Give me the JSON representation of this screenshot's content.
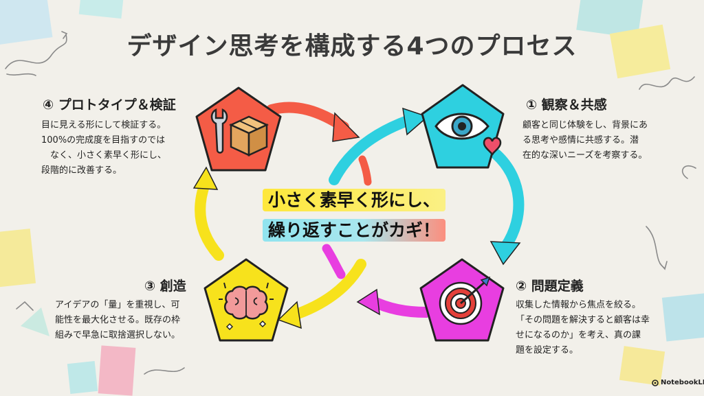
{
  "title": "デザイン思考を構成する4つのプロセス",
  "center": {
    "line1": "小さく素早く形にし、",
    "line2": "繰り返すことがカギ！"
  },
  "steps": [
    {
      "heading": "① 観察＆共感",
      "lines": [
        "顧客と同じ体験をし、背景にあ",
        "る思考や感情に共感する。潜",
        "在的な深いニーズを考察する。"
      ],
      "icon": "eye-heart-icon",
      "color": "#2ed0e0"
    },
    {
      "heading": "② 問題定義",
      "lines": [
        "収集した情報から焦点を絞る。",
        "「その問題を解決すると顧客は幸",
        "せになるのか」を考え、真の課",
        "題を設定する。"
      ],
      "icon": "target-icon",
      "color": "#e83ee0"
    },
    {
      "heading": "③ 創造",
      "lines": [
        "アイデアの「量」を重視し、可",
        "能性を最大化させる。既存の枠",
        "組みで早急に取捨選択しない。"
      ],
      "icon": "brain-icon",
      "color": "#f7e21c"
    },
    {
      "heading": "④ プロトタイプ＆検証",
      "lines": [
        "目に見える形にして検証する。",
        "100%の完成度を目指すのでは",
        "　なく、小さく素早く形にし、",
        "段階的に改善する。"
      ],
      "icon": "wrench-box-icon",
      "color": "#f45c46"
    }
  ],
  "brand": "NotebookLM"
}
